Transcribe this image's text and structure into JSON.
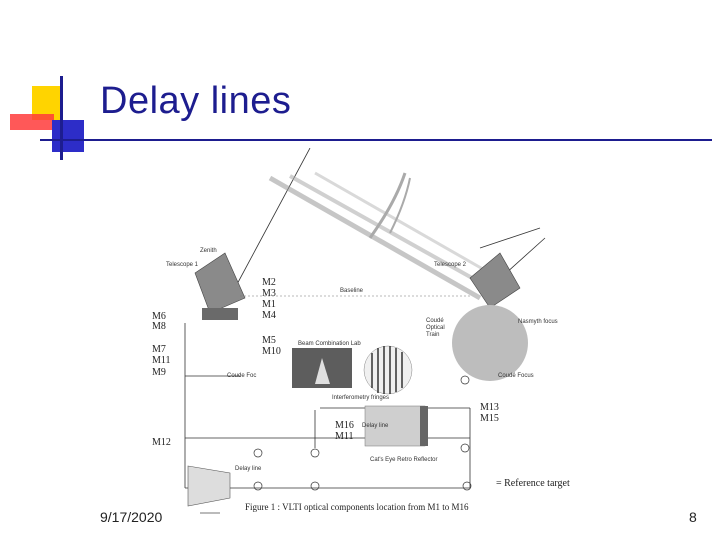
{
  "slide": {
    "title": "Delay lines",
    "date": "9/17/2020",
    "page_number": "8"
  },
  "figure": {
    "caption": "Figure 1 : VLTI optical components location from M1 to M16",
    "labels": {
      "zenith": "Zenith",
      "telescope1": "Telescope 1",
      "telescope2": "Telescope 2",
      "baseline": "Baseline",
      "coude_optical_train": [
        "Coudé",
        "Optical",
        "Train"
      ],
      "nasmyth_focus": "Nasmyth focus",
      "coude_focus_left": "Coude Foc",
      "coude_focus_right": "Coudé Focus",
      "beam_combination_lab": "Beam Combination Lab",
      "interferometry_fringes": "Interferometry fringes",
      "delay_line_lab": "Delay line",
      "cats_eye": "Cat's Eye Retro Reflector",
      "delay_line_bottom": "Delay line",
      "reference_target": "= Reference target"
    },
    "mirror_labels": {
      "m2": "M2",
      "m3": "M3",
      "m1": "M1",
      "m4": "M4",
      "m6": "M6",
      "m8": "M8",
      "m5": "M5",
      "m10": "M10",
      "m7": "M7",
      "m11": "M11",
      "m9": "M9",
      "m13": "M13",
      "m15r": "M15",
      "m16": "M16",
      "m11b": "M11",
      "m12": "M12"
    }
  },
  "colors": {
    "title": "#1d1d8f",
    "logo_yellow": "#ffd400",
    "logo_red": "#ff3b3b",
    "logo_blue": "#2d2dc8"
  }
}
